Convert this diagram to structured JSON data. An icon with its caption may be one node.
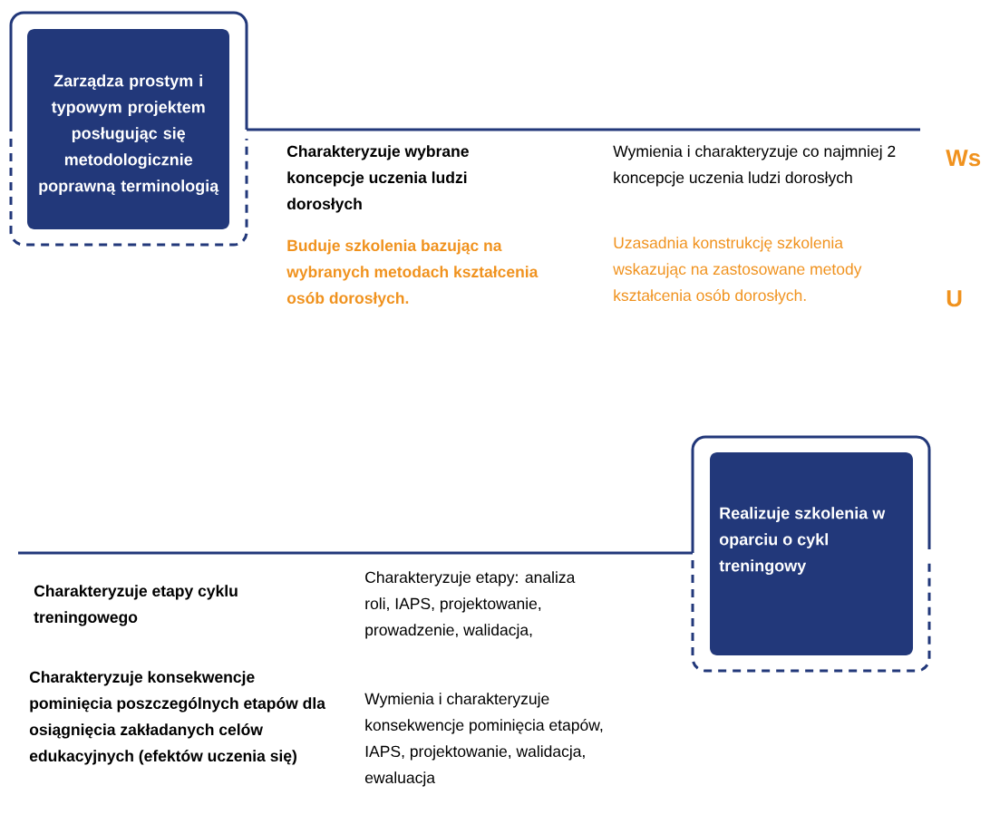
{
  "diagram": {
    "nodes": [
      {
        "text": [
          "Zarządza prostym i typowym projektem posługując się metodologicznie poprawną terminologią"
        ]
      },
      {
        "text": [
          "Realizuje szkolenia w oparciu o cykl treningowy"
        ]
      }
    ],
    "labels": [
      "Charakteryzuje wybrane koncepcje uczenia ludzi dorosłych",
      "Wymienia i charakteryzuje co najmniej 2 koncepcje uczenia ludzi dorosłych",
      "Ws",
      "Buduje szkolenia bazując na wybranych metodach kształcenia osób dorosłych.",
      "Uzasadnia konstrukcję szkolenia wskazując na zastosowane metody kształcenia osób dorosłych.",
      "U",
      "Charakteryzuje etapy cyklu treningowego",
      "Charakteryzuje etapy: analiza roli, IAPS, projektowanie, prowadzenie, walidacja,",
      "Charakteryzuje konsekwencje pominięcia poszczególnych etapów dla osiągnięcia zakładanych celów edukacyjnych (efektów uczenia się)",
      "Wymienia i charakteryzuje konsekwencje pominięcia etapów, IAPS, projektowanie, walidacja, ewaluacja"
    ]
  }
}
